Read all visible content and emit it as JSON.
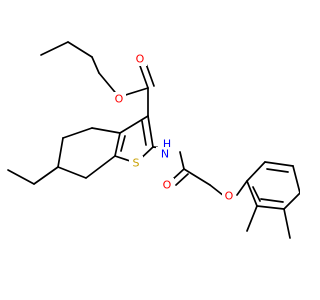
{
  "molecule": {
    "atom_labels": [
      {
        "name": "ester-carbonyl-oxygen",
        "text": "O",
        "color": "#ff0000"
      },
      {
        "name": "ester-ether-oxygen",
        "text": "O",
        "color": "#ff0000"
      },
      {
        "name": "amide-nitrogen",
        "text": "N",
        "color": "#0000ff"
      },
      {
        "name": "amide-hydrogen",
        "text": "H",
        "color": "#0000ff"
      },
      {
        "name": "amide-oxygen",
        "text": "O",
        "color": "#ff0000"
      },
      {
        "name": "aryl-ether-oxygen",
        "text": "O",
        "color": "#ff0000"
      },
      {
        "name": "thiophene-sulfur",
        "text": "S",
        "color": "#c8a000"
      }
    ]
  }
}
